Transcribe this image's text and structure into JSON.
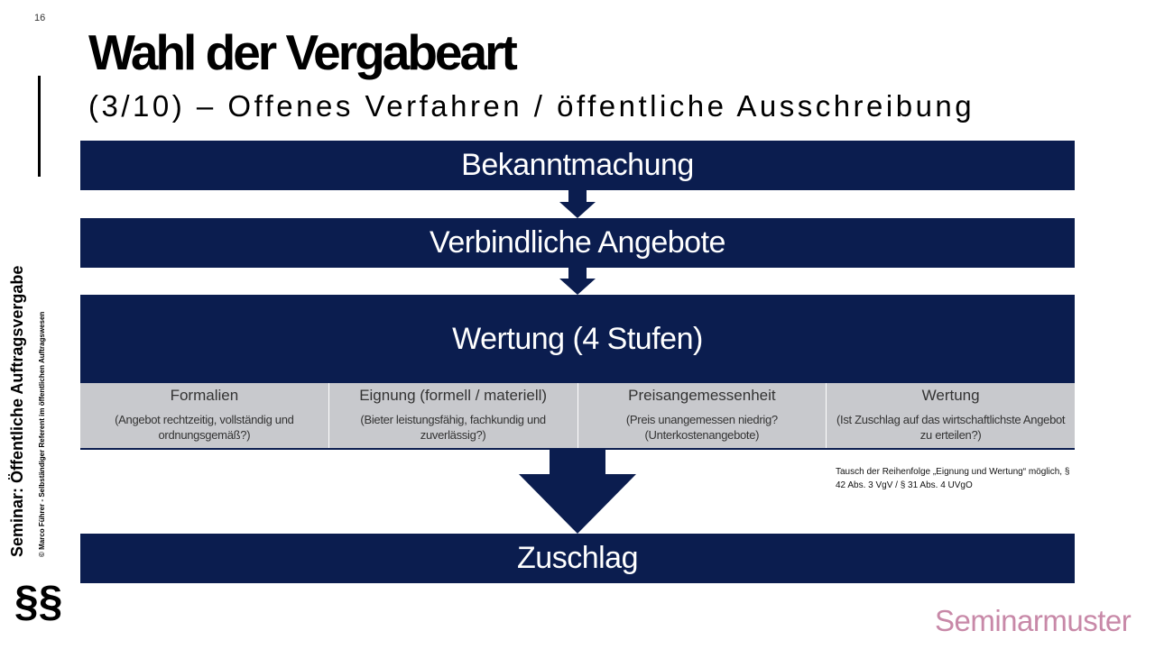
{
  "page_number": "16",
  "title": "Wahl der Vergabeart",
  "subtitle": "(3/10) – Offenes Verfahren / öffentliche Ausschreibung",
  "sidebar": {
    "seminar_title": "Seminar: Öffentliche Auftragsvergabe",
    "author": "© Marco Führer - Selbständiger Referent im öffentlichen Auftragswesen",
    "icon": "§§"
  },
  "flow": {
    "step1": "Bekanntmachung",
    "step2": "Verbindliche Angebote",
    "step3": "Wertung (4 Stufen)",
    "step4": "Zuschlag"
  },
  "stages": [
    {
      "title": "Formalien",
      "desc": "(Angebot rechtzeitig, vollständig und ordnungsgemäß?)"
    },
    {
      "title": "Eignung (formell / materiell)",
      "desc": "(Bieter leistungsfähig, fachkundig und zuverlässig?)"
    },
    {
      "title": "Preisangemessenheit",
      "desc": "(Preis unangemessen niedrig? (Unterkostenangebote)"
    },
    {
      "title": "Wertung",
      "desc": "(Ist Zuschlag auf das wirtschaftlichste Angebot zu erteilen?)"
    }
  ],
  "note": "Tausch der Reihenfolge „Eignung und Wertung“ möglich, § 42 Abs. 3 VgV / § 31 Abs. 4 UVgO",
  "watermark": "Seminarmuster",
  "colors": {
    "navy": "#0b1d4f",
    "stage_grey": "#c8c9cd",
    "watermark": "#c889a8"
  }
}
